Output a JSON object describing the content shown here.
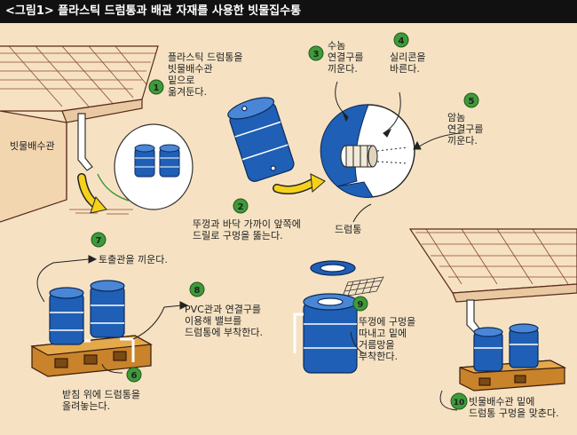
{
  "title": "<그림1> 플라스틱 드럼통과 배관 자재를 사용한 빗물집수통",
  "steps": [
    {
      "num": "1",
      "text": "플라스틱 드럼통을\n빗물배수관\n밑으로\n옮겨둔다."
    },
    {
      "num": "2",
      "text": "뚜껑과 바닥 가까이 앞쪽에\n드릴로 구멍을 뚫는다."
    },
    {
      "num": "3",
      "text": "수놈\n연결구를\n끼운다."
    },
    {
      "num": "4",
      "text": "실리콘을\n바른다."
    },
    {
      "num": "5",
      "text": "암놈\n연결구를\n끼운다."
    },
    {
      "num": "6",
      "text": "받침 위에 드럼통을\n올려놓는다."
    },
    {
      "num": "7",
      "text": "토출관을 끼운다."
    },
    {
      "num": "8",
      "text": "PVC관과 연결구를\n이용해 밸브를\n드럼통에 부착한다."
    },
    {
      "num": "9",
      "text": "뚜껑에 구멍을\n따내고 밑에\n거름망을\n부착한다."
    },
    {
      "num": "10",
      "text": "빗물배수관 밑에\n드럼통 구멍을 맞춘다."
    }
  ],
  "labels": {
    "downspout": "빗물배수관",
    "drum": "드럼통"
  },
  "colors": {
    "background": "#f6e2c3",
    "drum_blue": "#1f5fb5",
    "badge_green": "#3f9a3a",
    "arrow_yellow": "#f5d21a",
    "roof_line": "#8a4a2a"
  }
}
